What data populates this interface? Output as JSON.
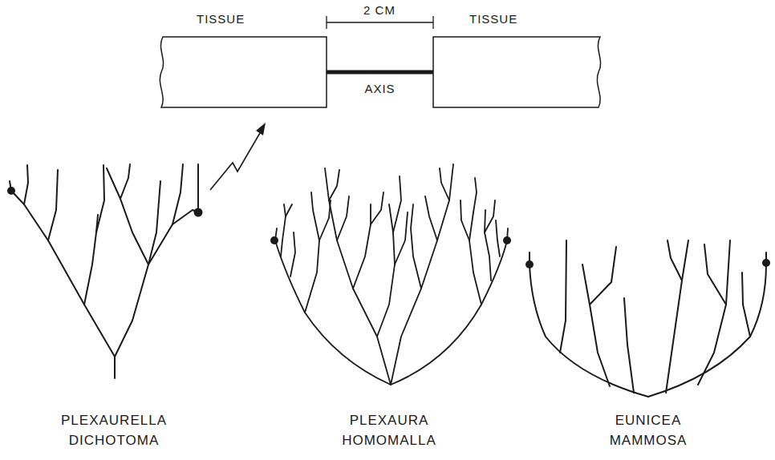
{
  "diagram": {
    "nodes": [
      {
        "text": [
          "TISSUE"
        ]
      },
      {
        "text": [
          "TISSUE"
        ]
      }
    ],
    "edges": [
      {
        "from": 0,
        "to": 1,
        "label": "AXIS",
        "arrow": "none"
      }
    ],
    "labels": [
      "2 CM",
      "PLEXAURELLA DICHOTOMA",
      "PLEXAURA HOMOMALLA",
      "EUNICEA MAMMOSA"
    ]
  }
}
